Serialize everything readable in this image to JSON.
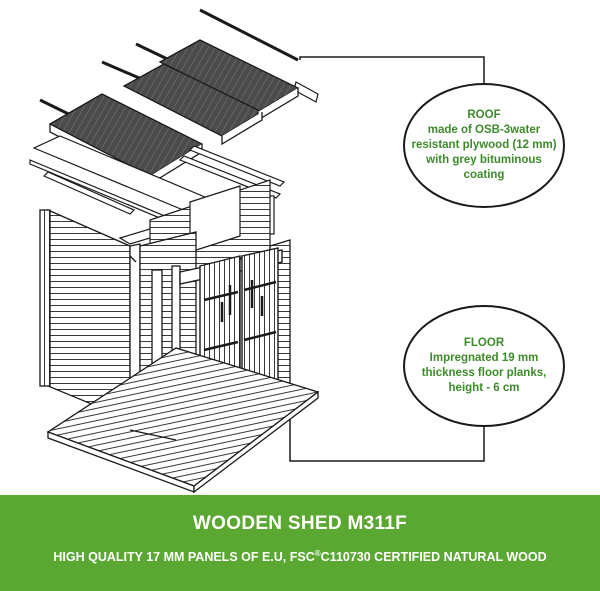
{
  "roof_callout": {
    "heading": "ROOF",
    "lines": [
      "made of OSB-3water",
      "resistant plywood (12 mm)",
      "with grey bituminous",
      "coating"
    ]
  },
  "floor_callout": {
    "heading": "FLOOR",
    "lines": [
      "Impregnated 19 mm",
      "thickness floor planks,",
      "height - 6 cm"
    ]
  },
  "banner": {
    "title": "WOODEN SHED M311F",
    "subtitle_part1": "HIGH QUALITY 17 MM PANELS OF E.U, FSC",
    "subtitle_mark": "®",
    "subtitle_part2": "C110730 CERTIFIED NATURAL WOOD"
  },
  "colors": {
    "banner_bg": "#5aa832",
    "callout_text": "#3d8b2b",
    "roof_panel": "#4a4a4a",
    "line": "#1a1a1a"
  }
}
